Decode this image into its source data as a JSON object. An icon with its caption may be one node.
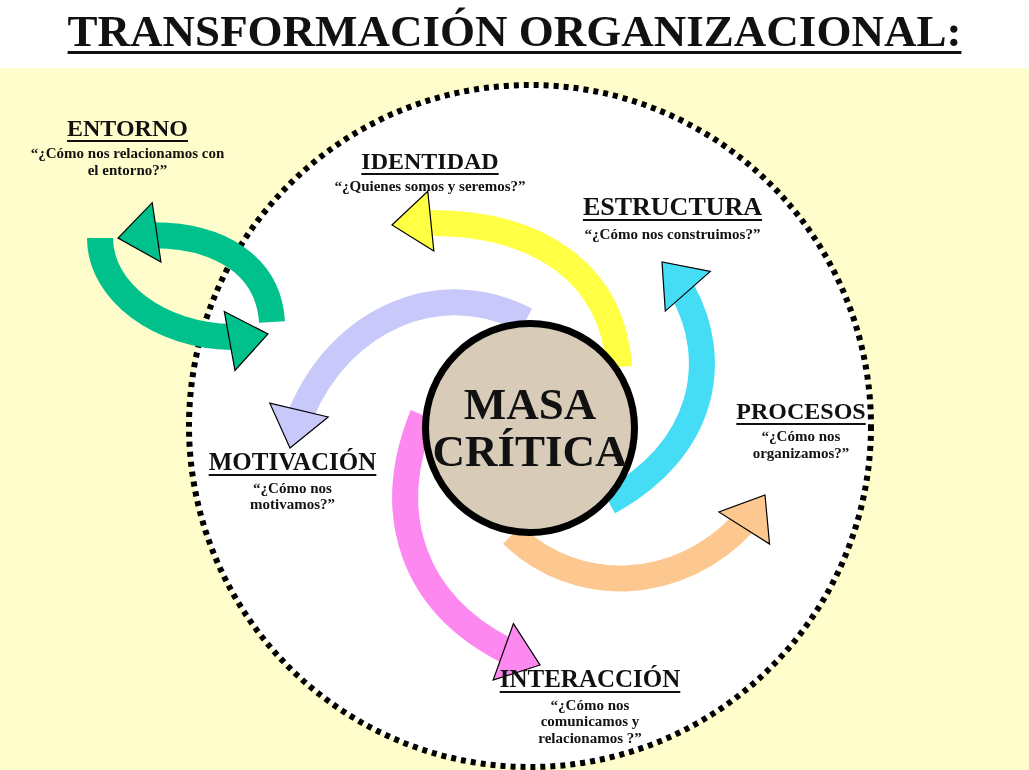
{
  "diagram": {
    "title": "TRANSFORMACIÓN ORGANIZACIONAL:",
    "nodes": [
      {
        "text": [
          "ENTORNO",
          "“¿Cómo nos relacionamos con el entorno?”"
        ]
      },
      {
        "text": [
          "IDENTIDAD",
          "“¿Quienes somos y seremos?”"
        ]
      },
      {
        "text": [
          "ESTRUCTURA",
          "“¿Cómo nos construimos?”"
        ]
      },
      {
        "text": [
          "MASA CRÍTICA"
        ]
      },
      {
        "text": [
          "PROCESOS",
          "“¿Cómo nos organizamos?”"
        ]
      },
      {
        "text": [
          "MOTIVACIÓN",
          "“¿Cómo nos motivamos?”"
        ]
      },
      {
        "text": [
          "INTERACCIÓN",
          "“¿Cómo nos comunicamos y relacionamos ?”"
        ]
      }
    ],
    "edges": [
      {
        "from": null,
        "to": 0,
        "arrow": "to",
        "color": "#00c08b"
      },
      {
        "from": 0,
        "to": null,
        "arrow": "to",
        "color": "#00c08b"
      },
      {
        "from": 3,
        "to": 1,
        "arrow": "to",
        "color": "#ffff44"
      },
      {
        "from": 3,
        "to": 2,
        "arrow": "to",
        "color": "#44ddf5"
      },
      {
        "from": 3,
        "to": 4,
        "arrow": "to",
        "color": "#fcc890"
      },
      {
        "from": 3,
        "to": 6,
        "arrow": "to",
        "color": "#fc88f0"
      },
      {
        "from": 3,
        "to": 5,
        "arrow": "to",
        "color": "#c8c8fa"
      }
    ]
  }
}
